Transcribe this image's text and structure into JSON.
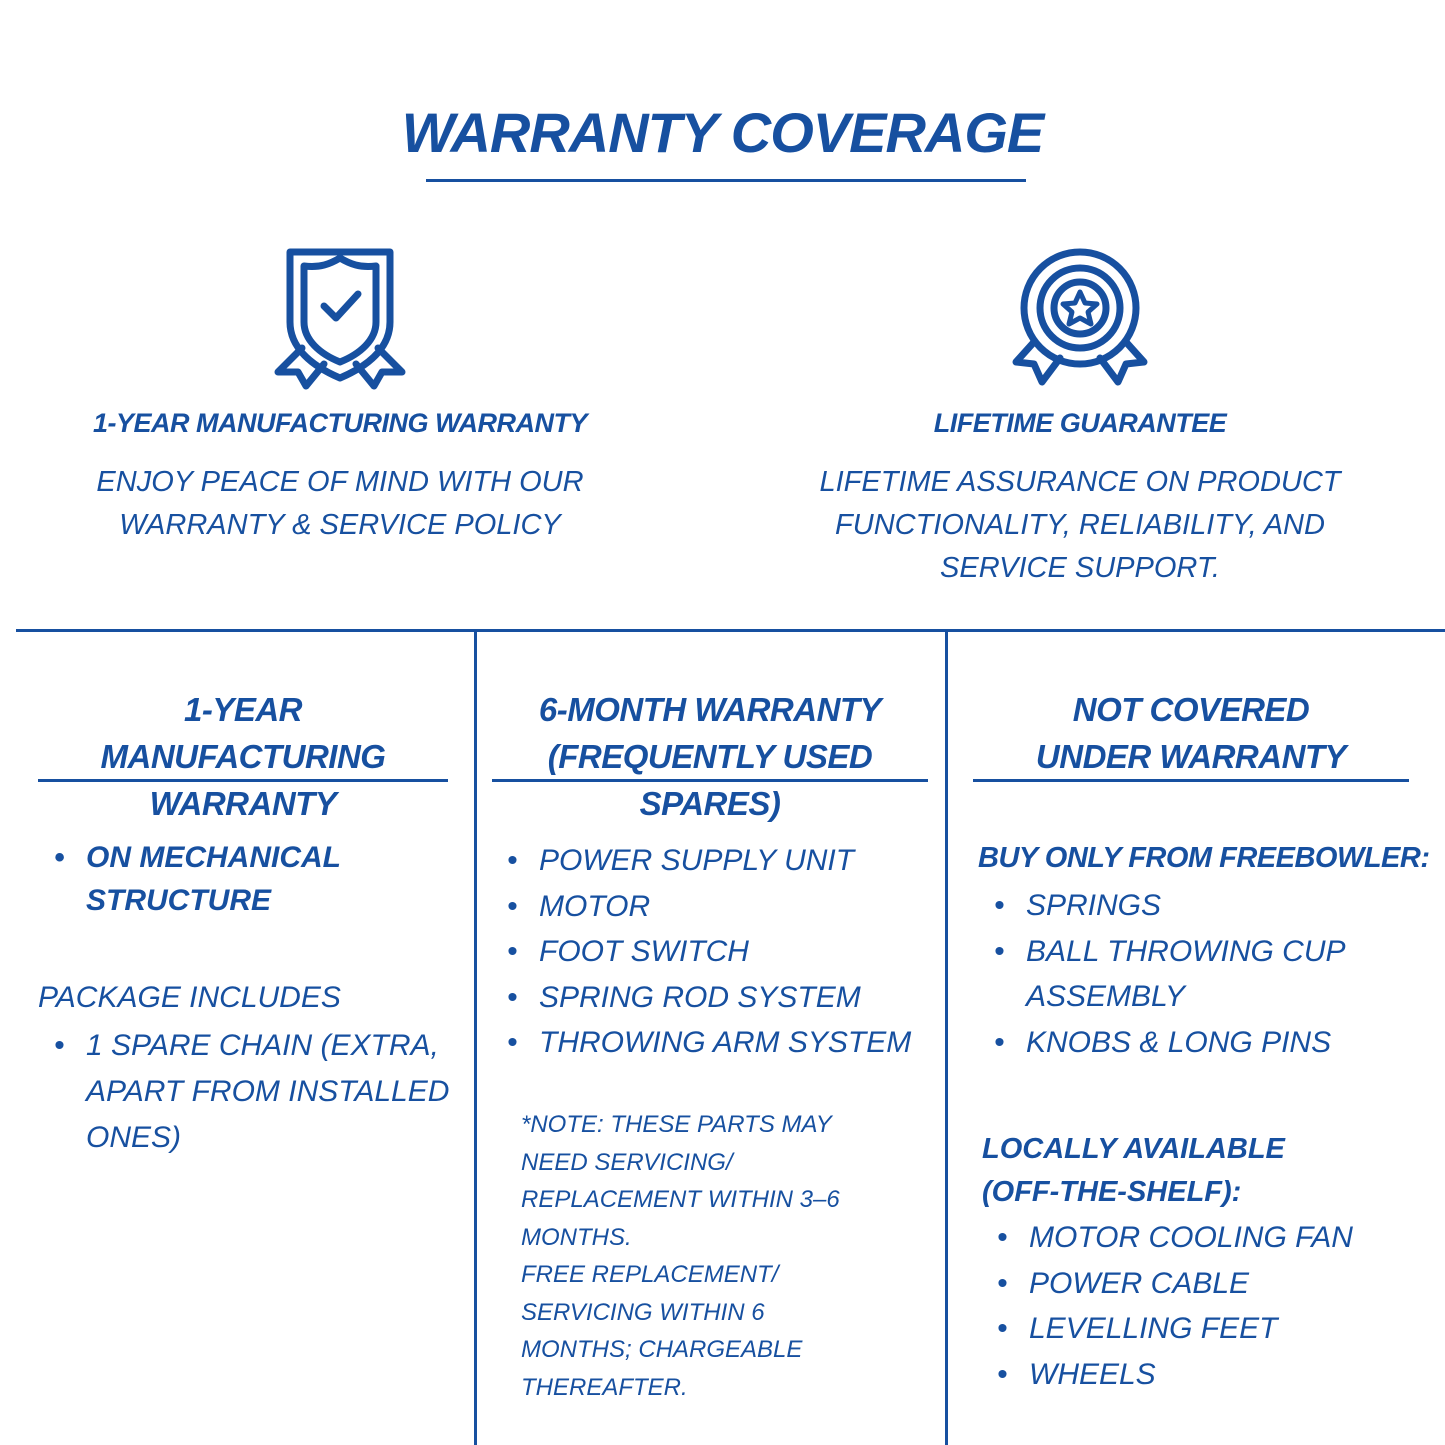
{
  "title": "WARRANTY COVERAGE",
  "colors": {
    "primary": "#1750a0",
    "background": "#ffffff"
  },
  "features": [
    {
      "icon": "shield-check-ribbon-icon",
      "heading": "1-YEAR MANUFACTURING WARRANTY",
      "lines": [
        "ENJOY PEACE OF MIND WITH OUR",
        "WARRANTY & SERVICE POLICY"
      ]
    },
    {
      "icon": "star-medal-ribbon-icon",
      "heading": "LIFETIME GUARANTEE",
      "lines": [
        "LIFETIME ASSURANCE ON PRODUCT",
        "FUNCTIONALITY, RELIABILITY, AND",
        "SERVICE SUPPORT."
      ]
    }
  ],
  "columns": [
    {
      "heading": [
        "1-YEAR MANUFACTURING",
        "WARRANTY"
      ],
      "main_items": [
        "ON MECHANICAL STRUCTURE"
      ],
      "package_label": "PACKAGE INCLUDES",
      "package_items": [
        "1 SPARE CHAIN (EXTRA, APART FROM INSTALLED ONES)"
      ]
    },
    {
      "heading": [
        "6-MONTH WARRANTY",
        "(FREQUENTLY USED SPARES)"
      ],
      "items": [
        "POWER SUPPLY UNIT",
        "MOTOR",
        "FOOT SWITCH",
        "SPRING ROD SYSTEM",
        "THROWING ARM SYSTEM"
      ],
      "note": [
        "*NOTE: THESE PARTS MAY",
        "NEED SERVICING/",
        "REPLACEMENT WITHIN 3–6",
        "MONTHS.",
        "FREE REPLACEMENT/",
        "SERVICING WITHIN 6",
        "MONTHS; CHARGEABLE",
        "THEREAFTER."
      ]
    },
    {
      "heading": [
        "NOT COVERED",
        "UNDER WARRANTY"
      ],
      "buy_label": "BUY ONLY FROM FREEBOWLER:",
      "buy_items": [
        "SPRINGS",
        "BALL THROWING CUP ASSEMBLY",
        "KNOBS & LONG PINS"
      ],
      "local_label": [
        "LOCALLY AVAILABLE",
        "(OFF-THE-SHELF):"
      ],
      "local_items": [
        "MOTOR COOLING FAN",
        "POWER CABLE",
        "LEVELLING FEET",
        "WHEELS"
      ]
    }
  ]
}
